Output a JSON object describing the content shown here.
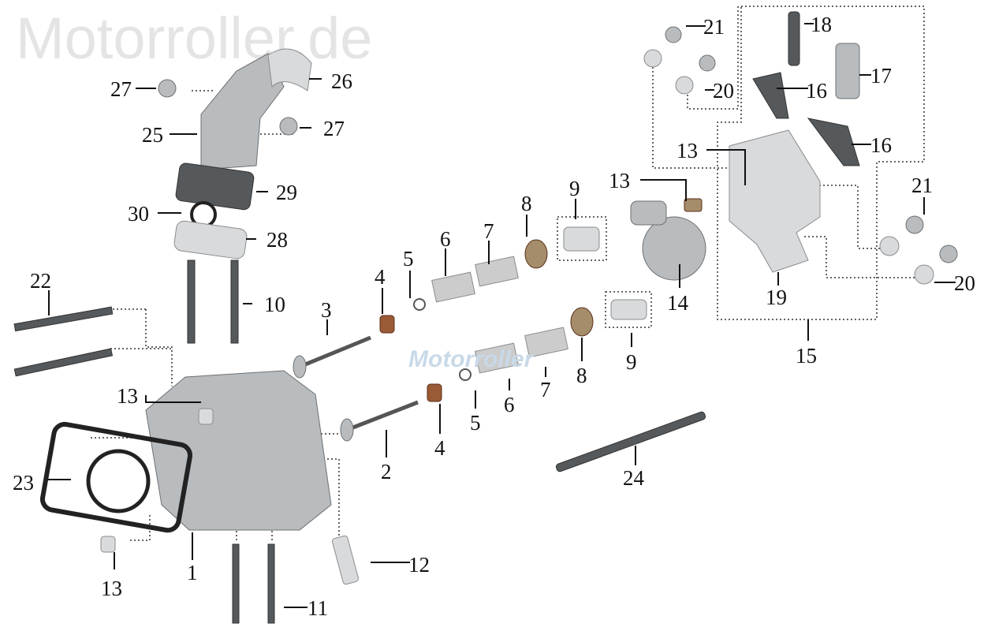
{
  "watermark": "Motorroller.de",
  "center_watermark": "Motorroller",
  "labels": [
    "27",
    "26",
    "25",
    "27",
    "29",
    "30",
    "28",
    "22",
    "10",
    "3",
    "4",
    "5",
    "6",
    "7",
    "8",
    "9",
    "13",
    "14",
    "21",
    "18",
    "17",
    "16",
    "20",
    "13",
    "16",
    "21",
    "20",
    "19",
    "15",
    "9",
    "8",
    "7",
    "6",
    "5",
    "4",
    "2",
    "24",
    "13",
    "23",
    "1",
    "13",
    "12",
    "11"
  ]
}
